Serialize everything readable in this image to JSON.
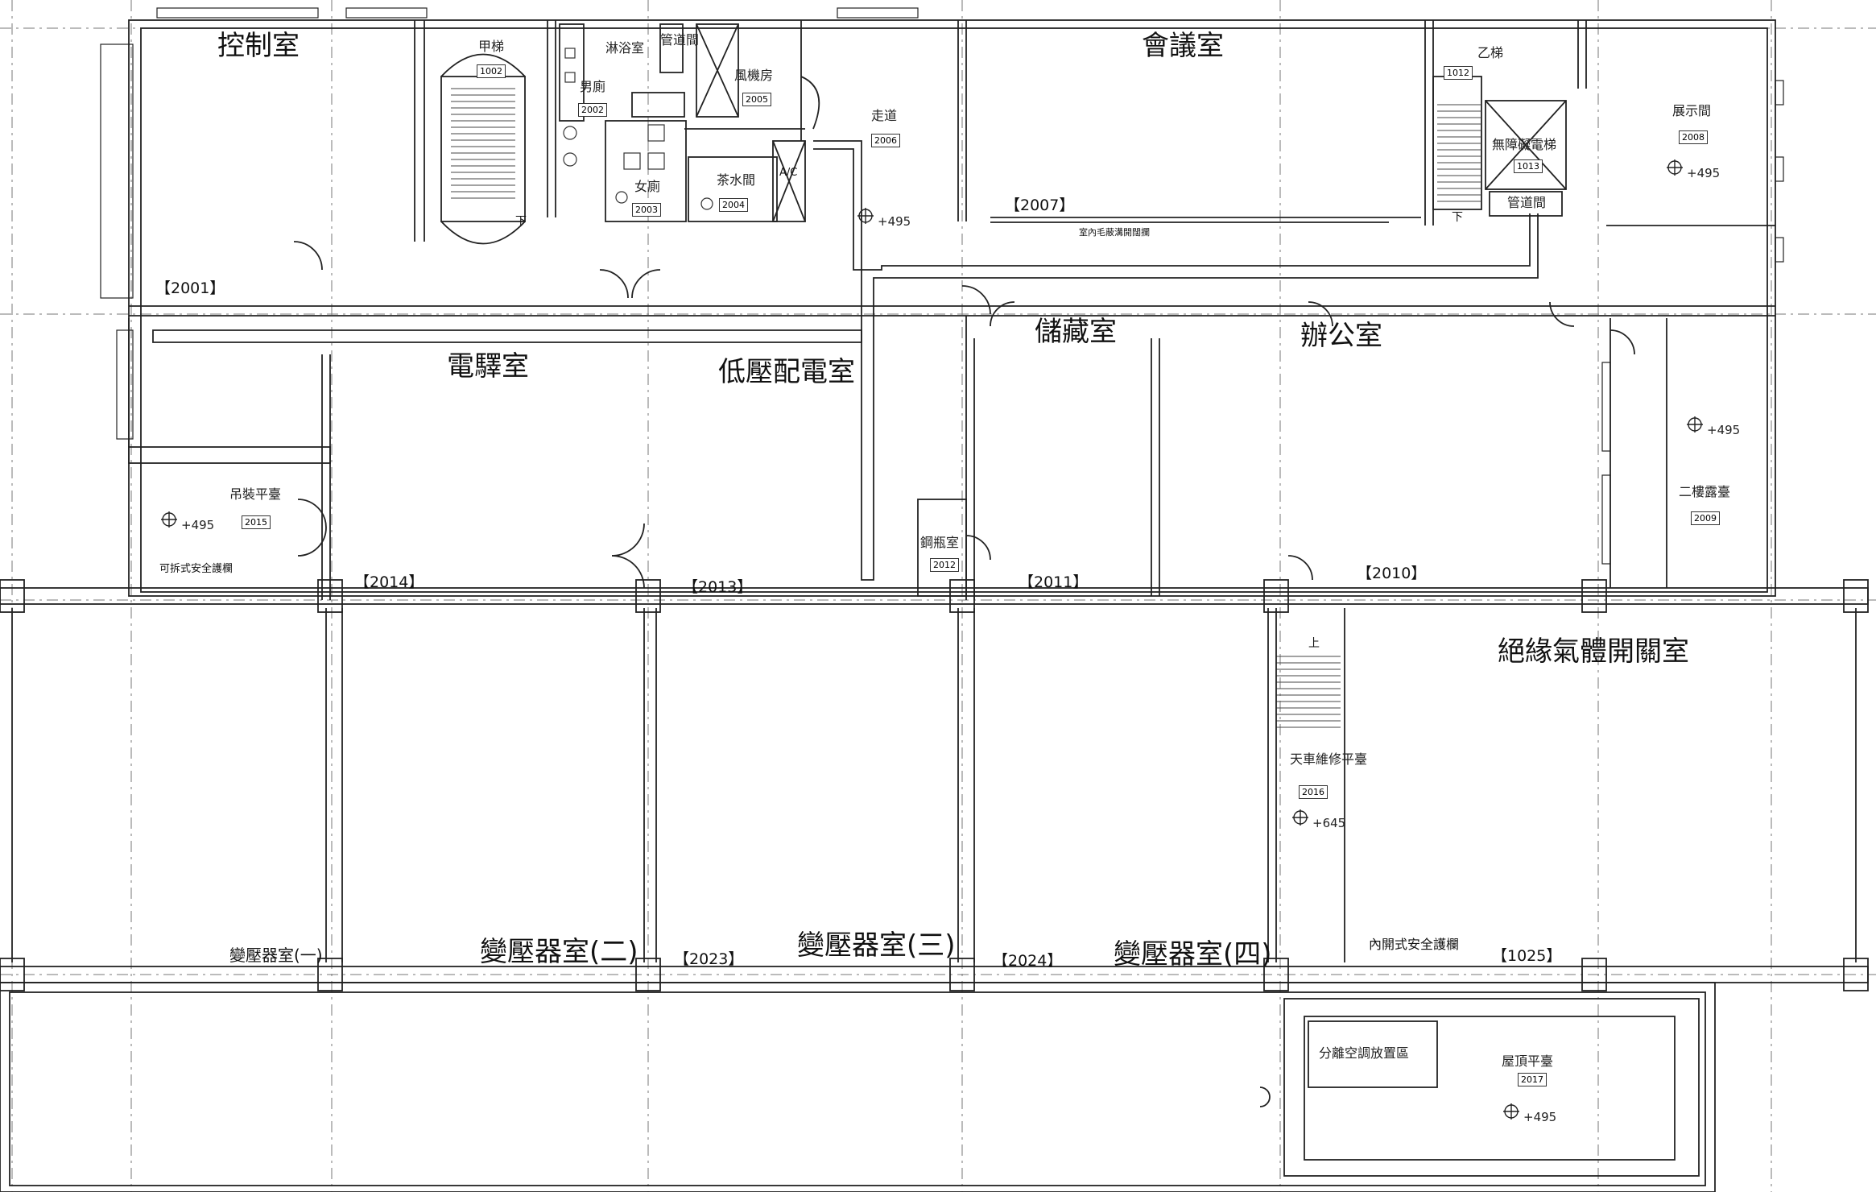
{
  "rooms": {
    "control": "控制室",
    "meeting": "會議室",
    "stair_a": "甲梯",
    "stair_b": "乙梯",
    "shower": "淋浴室",
    "duct1": "管道間",
    "mens": "男廁",
    "womens": "女廁",
    "fan": "風機房",
    "corridor": "走道",
    "pantry": "茶水間",
    "elevator": "無障礙電梯",
    "duct2": "管道間",
    "showroom": "展示間",
    "relay": "電驛室",
    "lv": "低壓配電室",
    "storage": "儲藏室",
    "office": "辦公室",
    "hoist_platform": "吊裝平臺",
    "cylinder": "鋼瓶室",
    "balcony2": "二樓露臺",
    "gis": "絕緣氣體開關室",
    "crane_platform": "天車維修平臺",
    "tr1": "變壓器室(一)",
    "tr2": "變壓器室(二)",
    "tr3": "變壓器室(三)",
    "tr4": "變壓器室(四)",
    "split_ac": "分離空調放置區",
    "roof": "屋頂平臺"
  },
  "codes": {
    "c2001": "【2001】",
    "c2007": "【2007】",
    "c2014": "【2014】",
    "c2013": "【2013】",
    "c2011": "【2011】",
    "c2010": "【2010】",
    "c2023": "【2023】",
    "c2024": "【2024】",
    "c1025": "【1025】"
  },
  "tags": {
    "t1002": "1002",
    "t2002": "2002",
    "t2003": "2003",
    "t2004": "2004",
    "t2005": "2005",
    "t2006": "2006",
    "t1012": "1012",
    "t1013": "1013",
    "t2008": "2008",
    "t2015": "2015",
    "t2012": "2012",
    "t2009": "2009",
    "t2016": "2016",
    "t2017": "2017"
  },
  "elevations": {
    "e_corr": "+495",
    "e_show": "+495",
    "e_hoist": "+495",
    "e_balc": "+495",
    "e_crane": "+645",
    "e_roof": "+495"
  },
  "notes": {
    "removable_rail": "可拆式安全護欄",
    "inward_rail": "內開式安全護欄",
    "cable_trench": "室內毛蔽溝開闊攔",
    "stair_down_a": "下",
    "stair_down_b": "下",
    "stair_up": "上",
    "ac_mark": "A/C"
  }
}
